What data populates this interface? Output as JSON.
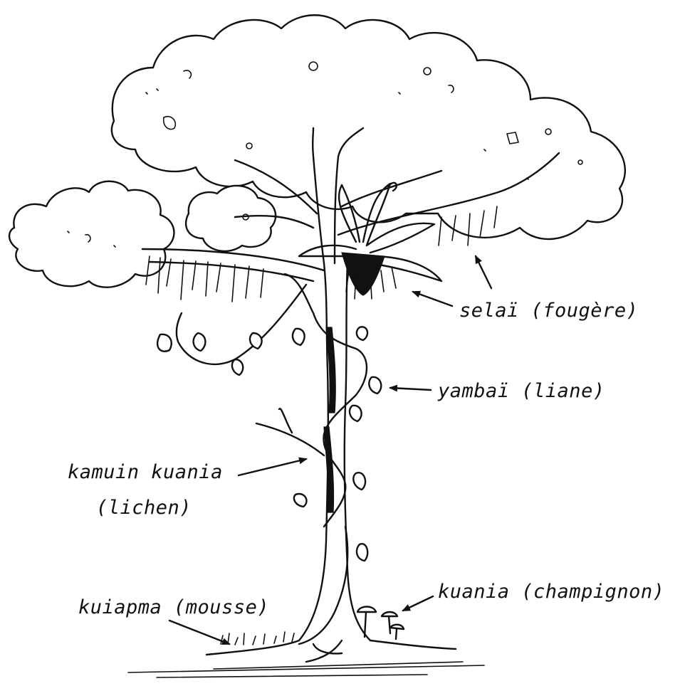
{
  "labels": {
    "fern": "selaï (fougère)",
    "liana": "yambaï (liane)",
    "lichen_name": "kamuin kuania",
    "lichen_fr": "(lichen)",
    "mushroom": "kuania (champignon)",
    "moss": "kuiapma (mousse)"
  }
}
